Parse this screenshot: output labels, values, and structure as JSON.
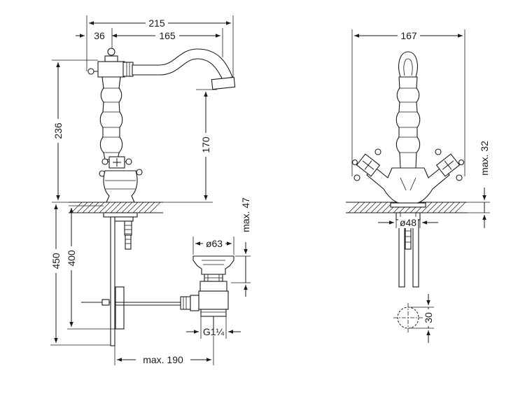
{
  "dimensions": {
    "total_reach": "215",
    "base_offset": "36",
    "spout_reach": "165",
    "height_total": "236",
    "spout_height": "170",
    "below_450": "450",
    "below_400": "400",
    "max_47": "max. 47",
    "waste_diameter": "ø63",
    "thread": "G1¼",
    "max_190": "max. 190",
    "handle_span": "167",
    "max_32": "max. 32",
    "base_diameter": "ø48",
    "hole_30": "30"
  }
}
